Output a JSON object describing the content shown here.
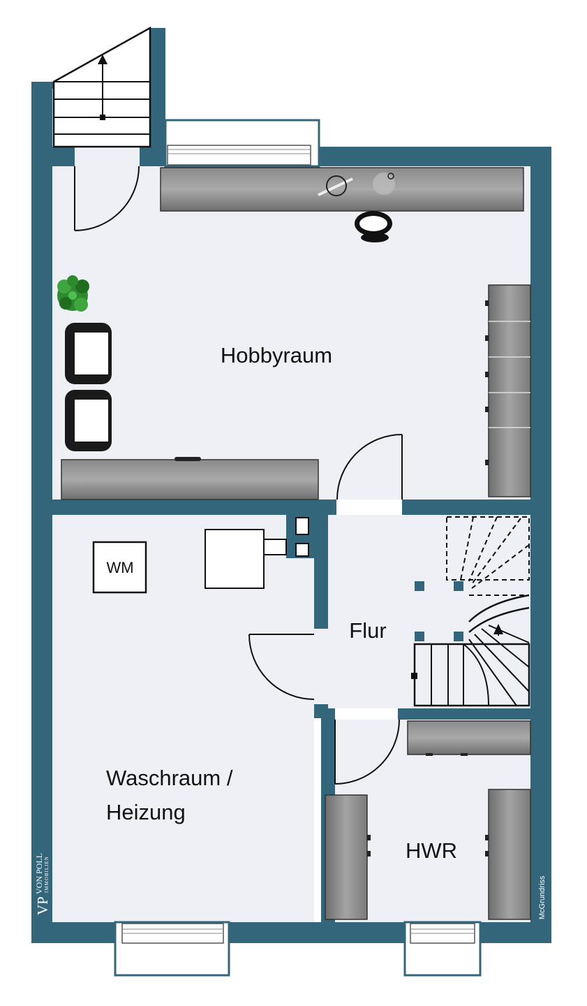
{
  "rooms": {
    "hobby": "Hobbyraum",
    "flur": "Flur",
    "wasch_line1": "Waschraum /",
    "wasch_line2": "Heizung",
    "hwr": "HWR"
  },
  "labels": {
    "wm": "WM"
  },
  "branding": {
    "vp": "VP",
    "name": "VON POLL",
    "sub": "IMMOBILIEN",
    "credit": "McGrundriss"
  },
  "colors": {
    "wall": "#33667a",
    "floor": "#eef0f5",
    "cabinet": "#7b7b7b",
    "furniture": "#1a1a1a",
    "plant": "#2f8a2f"
  }
}
